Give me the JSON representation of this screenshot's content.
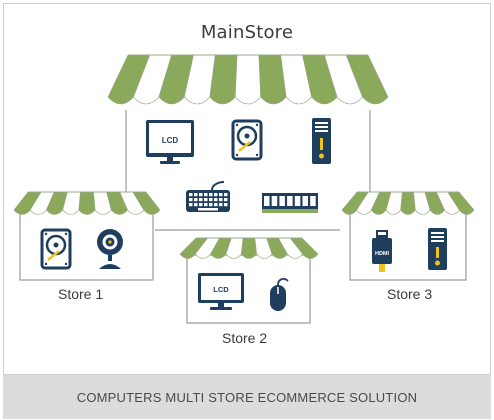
{
  "title": "MainStore",
  "stores": [
    {
      "label": "Store 1"
    },
    {
      "label": "Store 2"
    },
    {
      "label": "Store 3"
    }
  ],
  "icons": {
    "lcd_text": "LCD",
    "hdmi_text": "HDMI",
    "main_store": [
      "lcd-monitor-icon",
      "hard-drive-icon",
      "pc-tower-icon",
      "keyboard-icon",
      "ram-module-icon"
    ],
    "store1": [
      "hard-drive-icon",
      "webcam-icon"
    ],
    "store2": [
      "lcd-monitor-icon",
      "mouse-icon"
    ],
    "store3": [
      "hdmi-cable-icon",
      "pc-tower-icon"
    ]
  },
  "colors": {
    "awning_green": "#8aa95a",
    "device_navy": "#1f3d5c",
    "accent_yellow": "#f0c419",
    "footer_bg": "#dcdcdc"
  },
  "footer": "COMPUTERS MULTI STORE ECOMMERCE SOLUTION"
}
